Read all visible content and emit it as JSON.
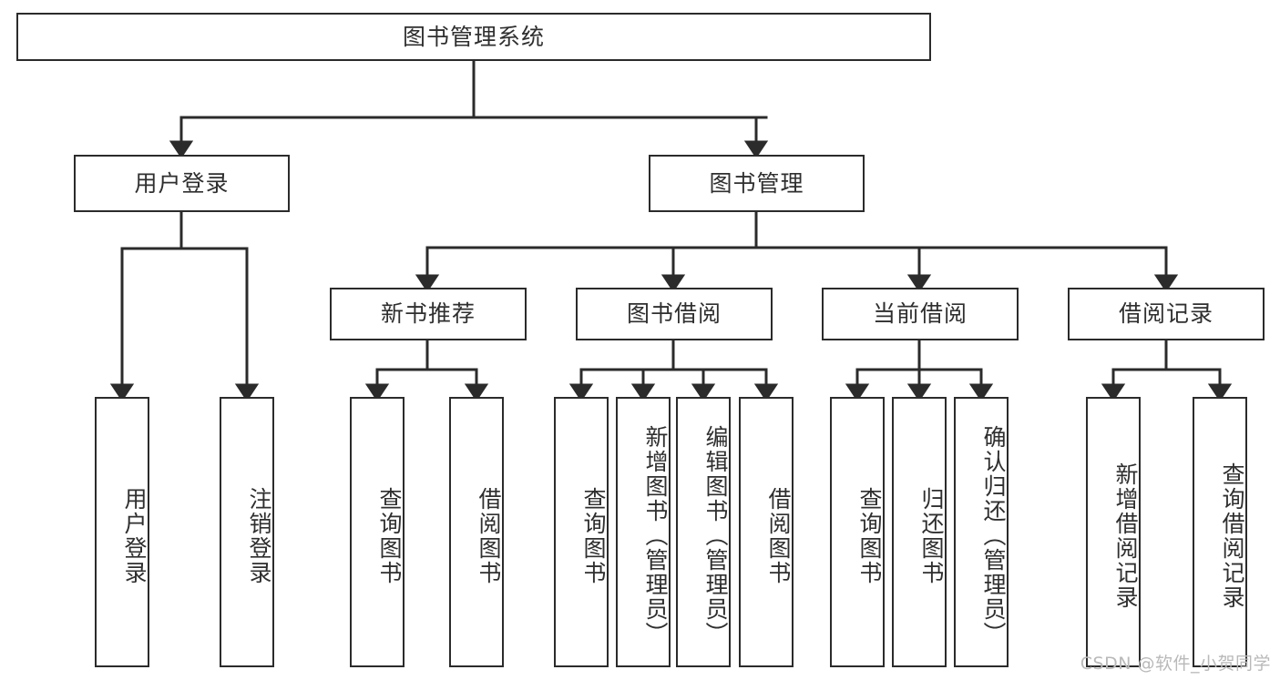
{
  "diagram": {
    "title": "图书管理系统",
    "type": "tree-hierarchy",
    "orientation": "top-down",
    "watermark": "CSDN @软件_小贺同学",
    "colors": {
      "box_border": "#2b2b2b",
      "box_fill": "#ffffff",
      "text": "#2f2f2f",
      "edge": "#2b2b2b",
      "watermark": "#b9b9b9",
      "background": "#ffffff"
    },
    "levels": {
      "root": {
        "label": "图书管理系统"
      },
      "level2": [
        {
          "id": "user-login",
          "label": "用户登录"
        },
        {
          "id": "book-manage",
          "label": "图书管理"
        }
      ],
      "level3": [
        {
          "id": "new-book-recommend",
          "label": "新书推荐",
          "parent": "book-manage"
        },
        {
          "id": "book-borrow",
          "label": "图书借阅",
          "parent": "book-manage"
        },
        {
          "id": "current-borrow",
          "label": "当前借阅",
          "parent": "book-manage"
        },
        {
          "id": "borrow-record",
          "label": "借阅记录",
          "parent": "book-manage"
        }
      ],
      "leaves": [
        {
          "id": "leaf-user-login",
          "label": "用户登录",
          "parent": "user-login"
        },
        {
          "id": "leaf-logout",
          "label": "注销登录",
          "parent": "user-login"
        },
        {
          "id": "leaf-query-book-1",
          "label": "查询图书",
          "parent": "new-book-recommend"
        },
        {
          "id": "leaf-borrow-book-1",
          "label": "借阅图书",
          "parent": "new-book-recommend"
        },
        {
          "id": "leaf-query-book-2",
          "label": "查询图书",
          "parent": "book-borrow"
        },
        {
          "id": "leaf-add-book",
          "label": "新增图书（管理员）",
          "parent": "book-borrow"
        },
        {
          "id": "leaf-edit-book",
          "label": "编辑图书（管理员）",
          "parent": "book-borrow"
        },
        {
          "id": "leaf-borrow-book-2",
          "label": "借阅图书",
          "parent": "book-borrow"
        },
        {
          "id": "leaf-query-book-3",
          "label": "查询图书",
          "parent": "current-borrow"
        },
        {
          "id": "leaf-return-book",
          "label": "归还图书",
          "parent": "current-borrow"
        },
        {
          "id": "leaf-confirm-return",
          "label": "确认归还（管理员）",
          "parent": "current-borrow"
        },
        {
          "id": "leaf-add-record",
          "label": "新增借阅记录",
          "parent": "borrow-record"
        },
        {
          "id": "leaf-query-record",
          "label": "查询借阅记录",
          "parent": "borrow-record"
        }
      ]
    }
  }
}
